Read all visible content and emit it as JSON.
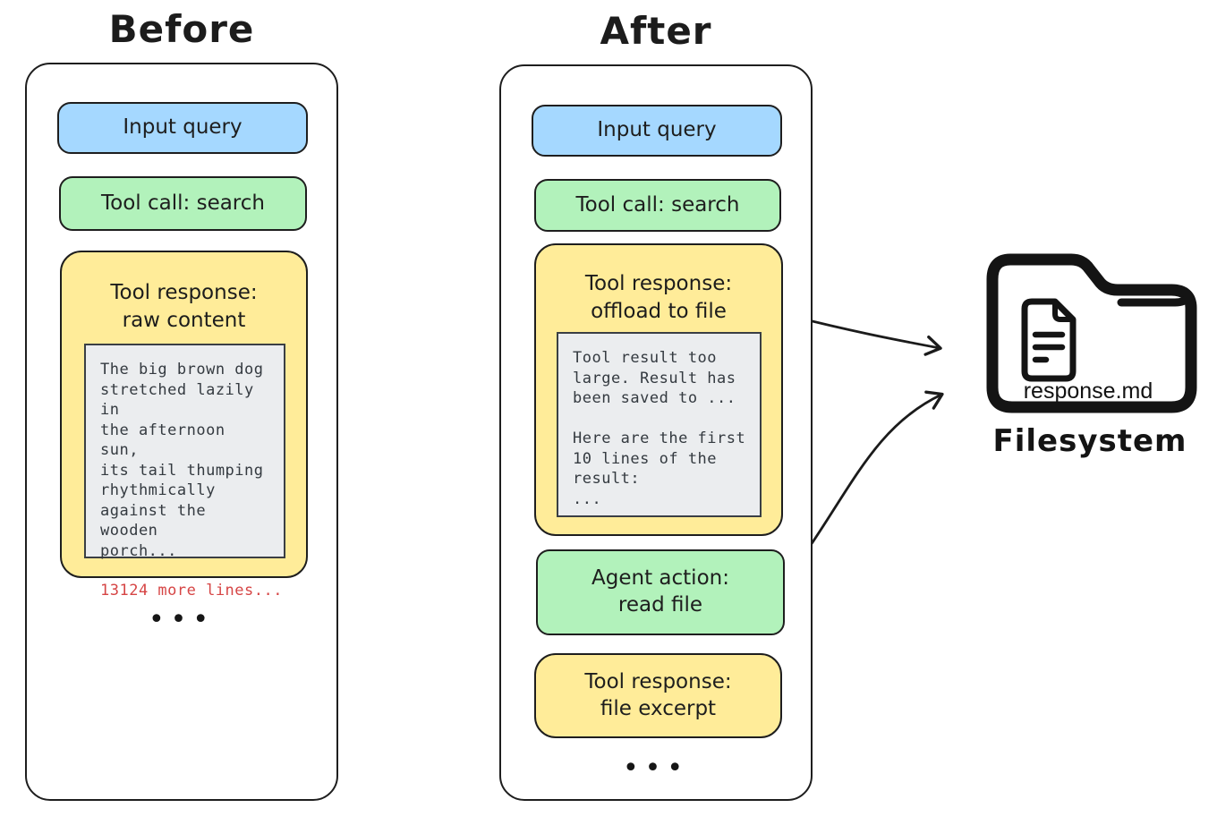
{
  "colors": {
    "input_box": "#a5d8ff",
    "tool_call_box": "#b2f2bb",
    "tool_response_box": "#ffec99",
    "code_box_bg": "#ebedef",
    "truncation_red": "#d64545",
    "ink": "#1e1e1e"
  },
  "before": {
    "title": "Before",
    "input_query": "Input query",
    "tool_call": "Tool call: search",
    "tool_response_title": "Tool response:\nraw content",
    "raw_content": "The big brown dog\nstretched lazily in\nthe afternoon sun,\nits tail thumping\nrhythmically\nagainst the wooden\nporch...",
    "truncation_note": "13124 more lines...",
    "more_indicator": "•••"
  },
  "after": {
    "title": "After",
    "input_query": "Input query",
    "tool_call": "Tool call: search",
    "tool_response_title": "Tool response:\noffload to file",
    "offload_message": "Tool result too\nlarge. Result has\nbeen saved to ...\n\nHere are the first\n10 lines of the\nresult:\n...",
    "agent_action": "Agent action:\nread file",
    "tool_response_excerpt": "Tool response:\nfile excerpt",
    "more_indicator": "•••"
  },
  "filesystem": {
    "file_name": "response.md",
    "label": "Filesystem"
  }
}
